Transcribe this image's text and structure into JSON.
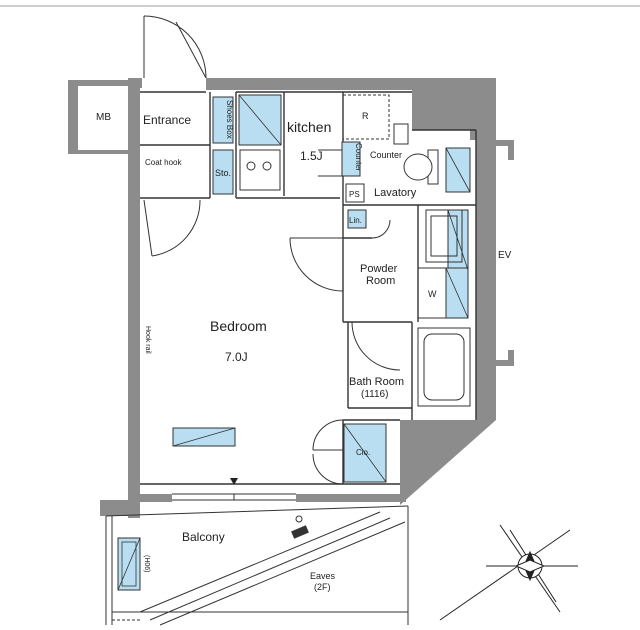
{
  "rooms": {
    "mb": "MB",
    "entrance": "Entrance",
    "shoes_box": "Shoes Box",
    "coat_hook": "Coat hook",
    "storage": "Sto.",
    "kitchen": "kitchen",
    "kitchen_size": "1.5J",
    "counter_vertical": "Counter",
    "refrigerator": "R",
    "counter": "Counter",
    "ps": "PS",
    "lavatory": "Lavatory",
    "linen": "Lin.",
    "powder_room": "Powder",
    "powder_room_2": "Room",
    "washer": "W",
    "bedroom": "Bedroom",
    "bedroom_size": "7.0J",
    "hook_rail": "Hook rail",
    "bath_room": "Bath Room",
    "bath_size": "(1116)",
    "closet": "Clo.",
    "balcony": "Balcony",
    "height_note": "(H06)",
    "eaves": "Eaves",
    "eaves_floor": "(2F)",
    "ev": "EV"
  },
  "colors": {
    "wall": "#8c8c8c",
    "fixture_blue": "#b9def2",
    "line": "#333333"
  }
}
